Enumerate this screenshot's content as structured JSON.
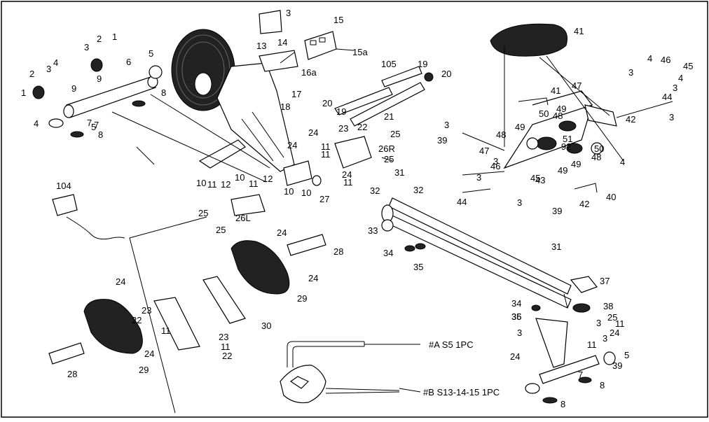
{
  "diagram": {
    "callouts": [
      "1",
      "1",
      "2",
      "2",
      "3",
      "3",
      "4",
      "4",
      "5",
      "5",
      "5",
      "6",
      "7",
      "7",
      "7",
      "8",
      "8",
      "8",
      "8",
      "9",
      "9",
      "10",
      "10",
      "10",
      "10",
      "11",
      "11",
      "11",
      "11",
      "11",
      "11",
      "11",
      "11",
      "11",
      "12",
      "12",
      "13",
      "14",
      "15",
      "15a",
      "16a",
      "17",
      "18",
      "19",
      "19",
      "20",
      "20",
      "21",
      "22",
      "22",
      "22",
      "23",
      "23",
      "23",
      "24",
      "24",
      "24",
      "24",
      "24",
      "24",
      "24",
      "24",
      "24",
      "25",
      "25",
      "25",
      "25",
      "25",
      "26R",
      "26L",
      "27",
      "28",
      "28",
      "29",
      "29",
      "30",
      "31",
      "31",
      "32",
      "32",
      "33",
      "34",
      "34",
      "35",
      "35",
      "36",
      "37",
      "38",
      "39",
      "39",
      "39",
      "40",
      "41",
      "41",
      "42",
      "42",
      "43",
      "44",
      "44",
      "45",
      "45",
      "46",
      "46",
      "47",
      "47",
      "48",
      "48",
      "48",
      "49",
      "49",
      "49",
      "49",
      "50",
      "50",
      "51",
      "92",
      "104",
      "105",
      "3",
      "3",
      "3",
      "3",
      "3",
      "3",
      "3",
      "3",
      "3",
      "3",
      "3",
      "4",
      "4",
      "4"
    ],
    "tool_a": "#A S5 1PC",
    "tool_b": "#B S13-14-15 1PC"
  }
}
